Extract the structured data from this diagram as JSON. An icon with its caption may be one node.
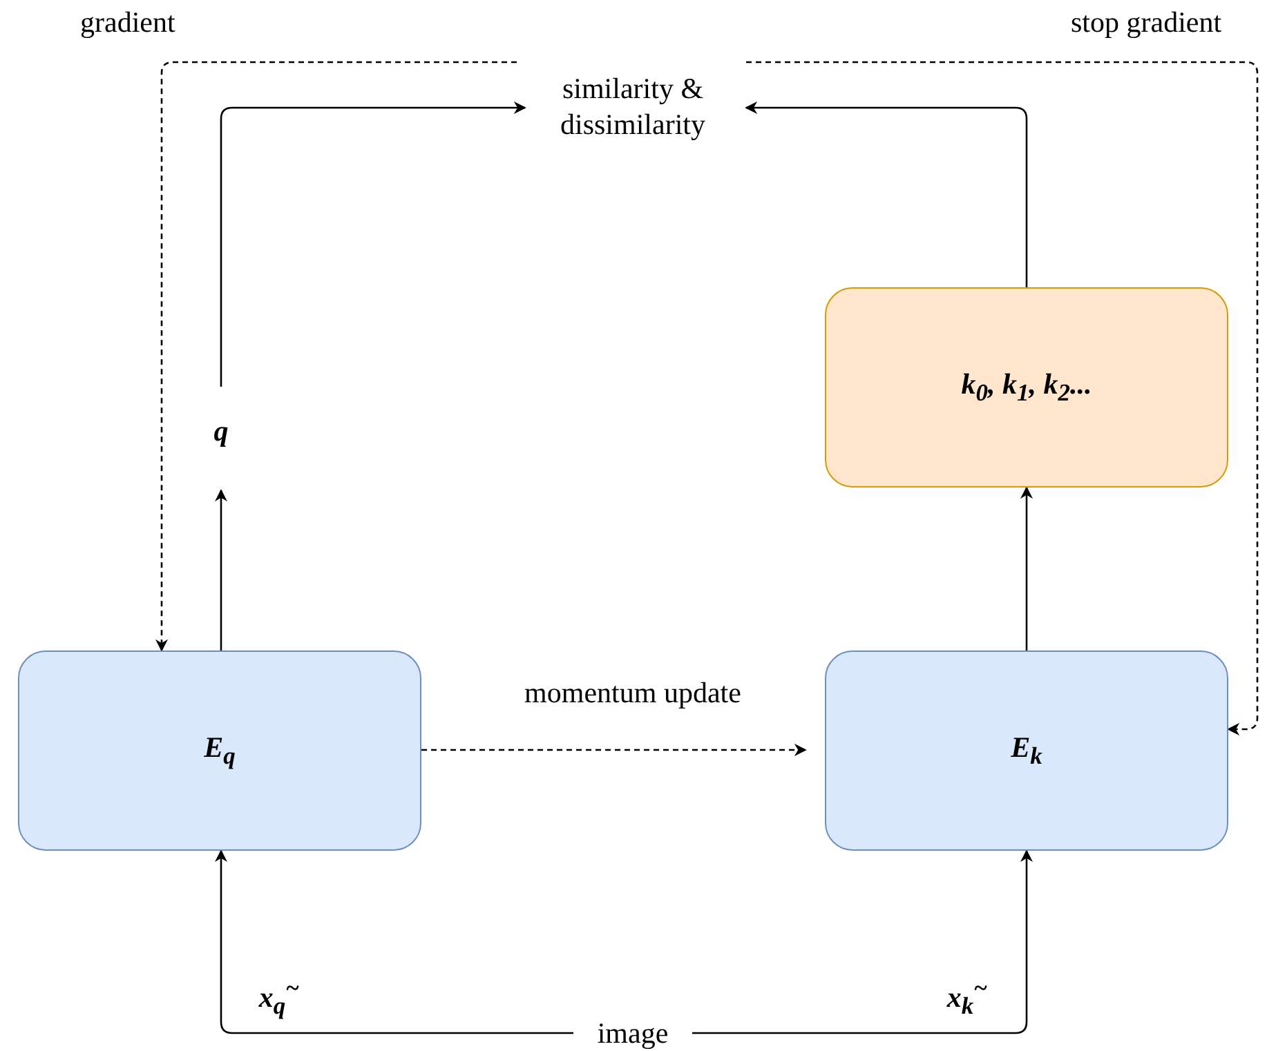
{
  "diagram": {
    "nodes": [
      {
        "text": [
          "similarity & dissimilarity"
        ]
      },
      {
        "text": [
          "q"
        ]
      },
      {
        "text": [
          "E$_{q}$"
        ]
      },
      {
        "text": [
          "k$_{0}$, k$_{1}$, k$_{2}$..."
        ]
      },
      {
        "text": [
          "E$_{k}$"
        ]
      },
      {
        "text": [
          "image"
        ]
      }
    ],
    "edges": [
      {
        "from": 2,
        "to": 1,
        "arrow": "to"
      },
      {
        "from": 1,
        "to": 0,
        "arrow": "to"
      },
      {
        "from": 3,
        "to": 0,
        "arrow": "to"
      },
      {
        "from": 4,
        "to": 3,
        "arrow": "to"
      },
      {
        "from": 2,
        "to": 4,
        "arrow": "to",
        "style": "dashed",
        "label": "momentum update"
      },
      {
        "from": 5,
        "to": 2,
        "arrow": "to",
        "label": "x$_{q}$$^{~}$"
      },
      {
        "from": 5,
        "to": 4,
        "arrow": "to",
        "label": "x$_{k}$$^{~}$"
      },
      {
        "from": 0,
        "to": 2,
        "arrow": "to",
        "style": "dashed"
      },
      {
        "from": 0,
        "to": 4,
        "arrow": "to",
        "style": "dashed"
      }
    ],
    "labels": [
      "gradient",
      "stop gradient"
    ]
  }
}
